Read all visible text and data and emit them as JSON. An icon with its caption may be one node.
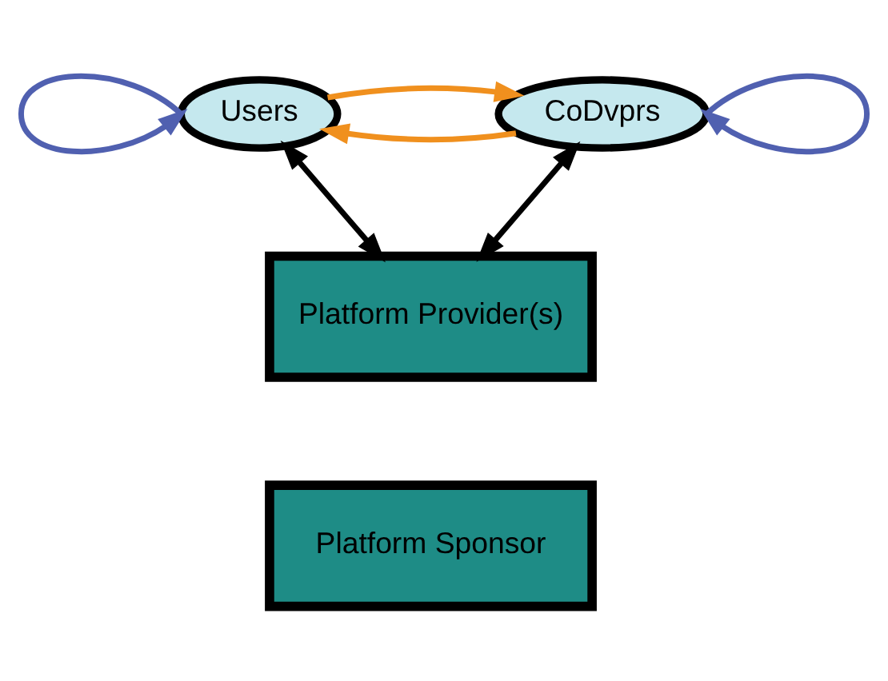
{
  "diagram": {
    "nodes": [
      {
        "text": [
          "Users"
        ]
      },
      {
        "text": [
          "CoDvprs"
        ]
      },
      {
        "text": [
          "Platform Provider(s)"
        ]
      },
      {
        "text": [
          "Platform Sponsor"
        ]
      }
    ],
    "edges": [
      {
        "from": 1,
        "to": 0,
        "arrow": "to",
        "color": "#f0901e"
      },
      {
        "from": 0,
        "to": 1,
        "arrow": "to",
        "color": "#f0901e"
      },
      {
        "from": 0,
        "to": 0,
        "arrow": "to",
        "color": "#5060b0"
      },
      {
        "from": 1,
        "to": 1,
        "arrow": "to",
        "color": "#5060b0"
      },
      {
        "from": 0,
        "to": 2,
        "arrow": "both",
        "color": "#000000"
      },
      {
        "from": 1,
        "to": 2,
        "arrow": "both",
        "color": "#000000"
      }
    ]
  }
}
